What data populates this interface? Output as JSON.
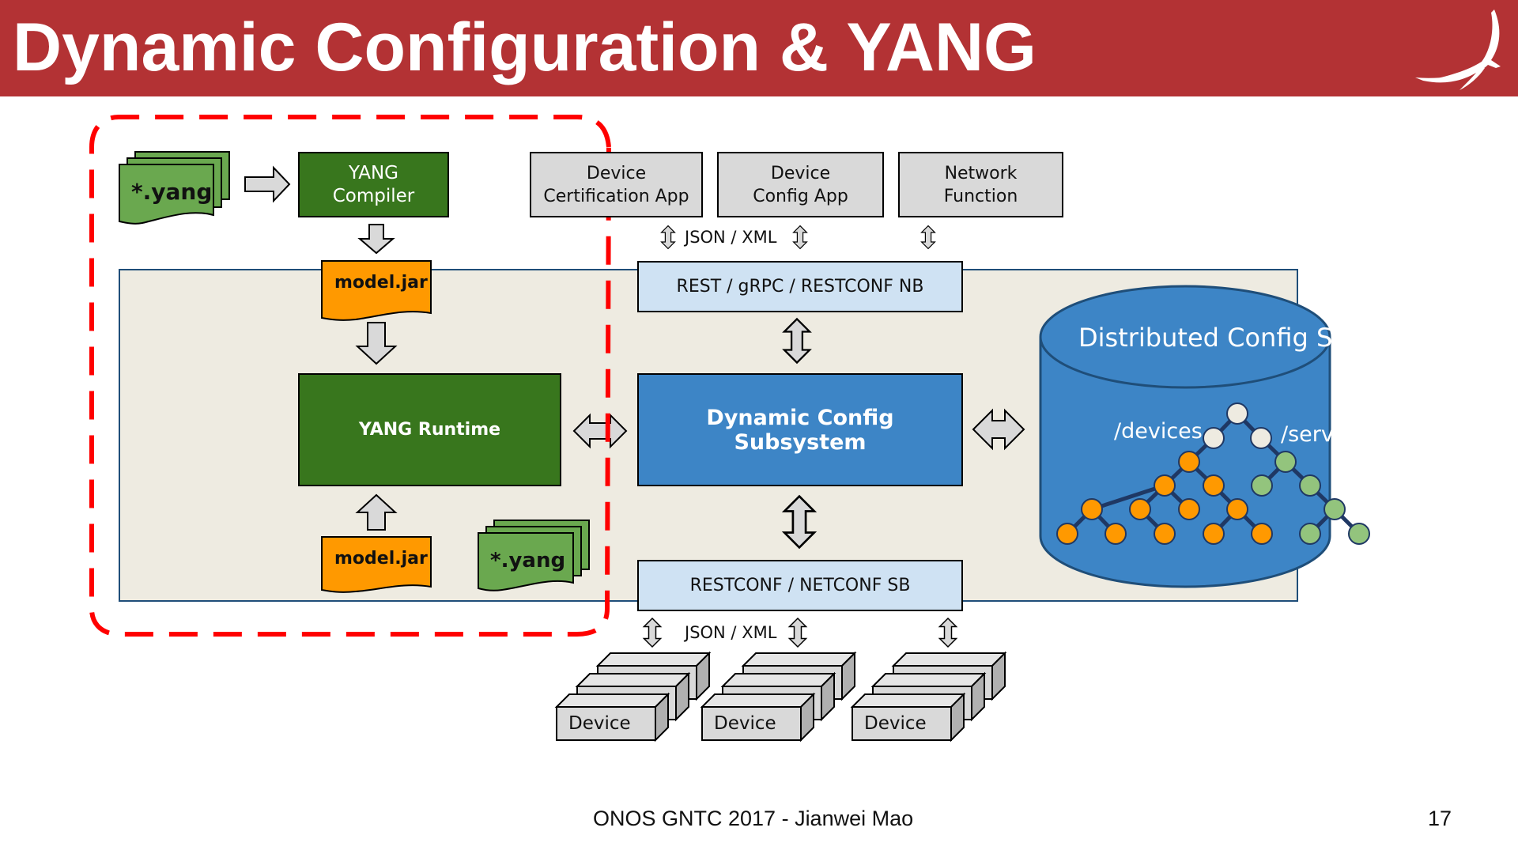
{
  "slide": {
    "title": "Dynamic Configuration & YANG",
    "logo_icon": "onos-bird-logo-icon",
    "footer_text": "ONOS GNTC 2017 - Jianwei Mao",
    "page_number": "17"
  },
  "colors": {
    "header_bg": "#b33234",
    "dashed_highlight": "#ff0000",
    "dark_green": "#38761d",
    "light_green": "#6aa84f",
    "orange": "#ff9900",
    "blue": "#3d85c6",
    "light_blue": "#cfe2f3",
    "gray_box": "#d9d9d9",
    "onos_panel": "#eeebe1",
    "tree_green_node": "#93c47d",
    "tree_root_node": "#eeebe1"
  },
  "left_pipeline": {
    "yang_files_top": "*.yang",
    "yang_compiler": [
      "YANG",
      "Compiler"
    ],
    "model_jar_top": "model.jar",
    "yang_runtime": "YANG Runtime",
    "model_jar_bottom": "model.jar",
    "yang_files_bottom": "*.yang"
  },
  "apps": [
    {
      "line1": "Device",
      "line2": "Certification App"
    },
    {
      "line1": "Device",
      "line2": "Config App"
    },
    {
      "line1": "Network",
      "line2": "Function"
    }
  ],
  "northbound": {
    "format_label": "JSON / XML",
    "interface_label": "REST / gRPC / RESTCONF NB"
  },
  "core": {
    "subsystem_label": "Dynamic Config Subsystem"
  },
  "southbound": {
    "interface_label": "RESTCONF / NETCONF SB",
    "format_label": "JSON / XML"
  },
  "devices": [
    {
      "label": "Device"
    },
    {
      "label": "Device"
    },
    {
      "label": "Device"
    }
  ],
  "store": {
    "title": "Distributed Config Store",
    "devices_path": "/devices",
    "services_path": "/services"
  }
}
